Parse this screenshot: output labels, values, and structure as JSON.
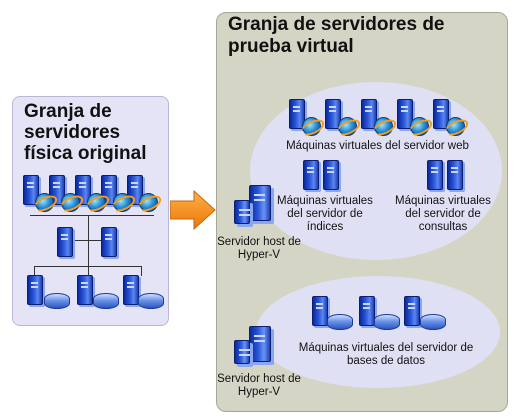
{
  "physical_farm": {
    "title": "Granja de servidores física original"
  },
  "virtual_farm": {
    "title": "Granja de servidores de prueba virtual",
    "top_group": {
      "web_vms_label": "Máquinas virtuales del servidor web",
      "index_vms_label": "Máquinas virtuales del servidor de índices",
      "query_vms_label": "Máquinas virtuales del servidor de consultas",
      "host_label": "Servidor host de Hyper-V"
    },
    "bottom_group": {
      "db_vms_label": "Máquinas virtuales del servidor de bases de datos",
      "host_label": "Servidor host de Hyper-V"
    }
  },
  "colors": {
    "left_panel": "#e4e4f6",
    "right_panel": "#d5d5c5",
    "ellipse": "#e0e0f5",
    "arrow": "#f7901e"
  }
}
